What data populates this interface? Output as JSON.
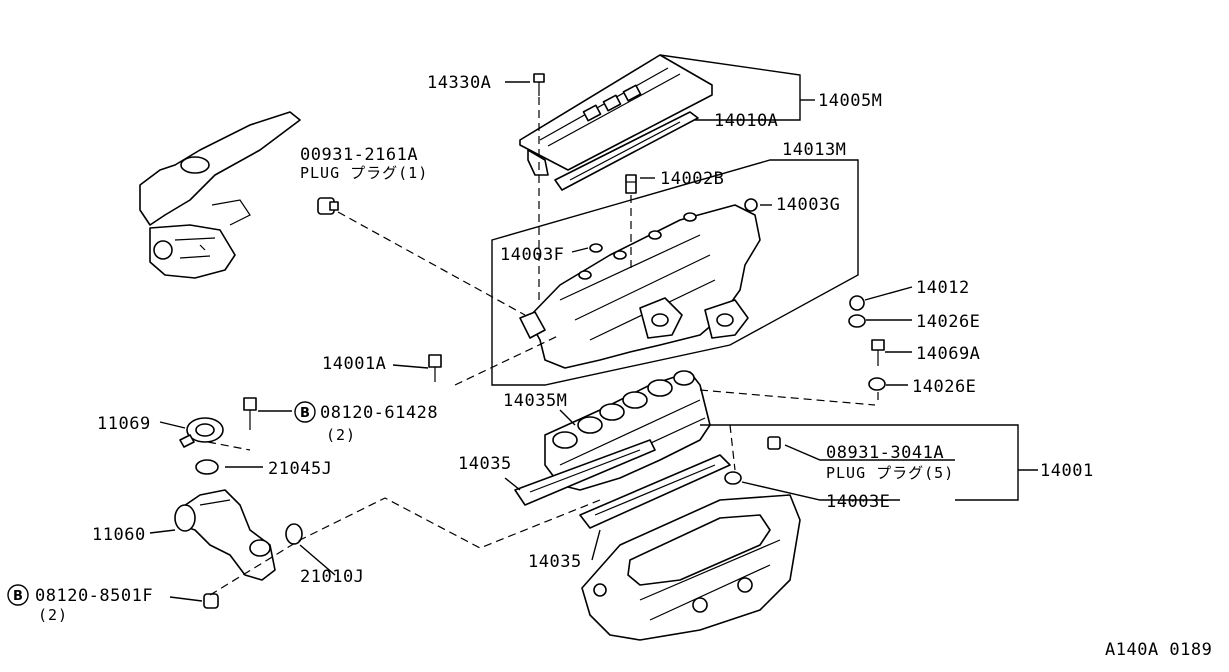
{
  "labels": {
    "p14330A": "14330A",
    "p14005M": "14005M",
    "p14010A": "14010A",
    "p00931_2161A": "00931-2161A",
    "plug1": "PLUG プラグ(1)",
    "p14013M": "14013M",
    "p14002B": "14002B",
    "p14003G": "14003G",
    "p14003F": "14003F",
    "p14012": "14012",
    "p14026E_a": "14026E",
    "p14069A": "14069A",
    "p14026E_b": "14026E",
    "p14001A": "14001A",
    "p14035M": "14035M",
    "p11069": "11069",
    "p08120_61428": "08120-61428",
    "qty2_a": "(2)",
    "p21045J": "21045J",
    "p14035_a": "14035",
    "p08931_3041A": "08931-3041A",
    "plug5": "PLUG プラグ(5)",
    "p14001": "14001",
    "p14003E": "14003E",
    "p11060": "11060",
    "p21010J": "21010J",
    "p14035_b": "14035",
    "p08120_8501F": "08120-8501F",
    "qty2_b": "(2)",
    "bolt_mark": "B",
    "drawing_code": "A140A 0189"
  }
}
